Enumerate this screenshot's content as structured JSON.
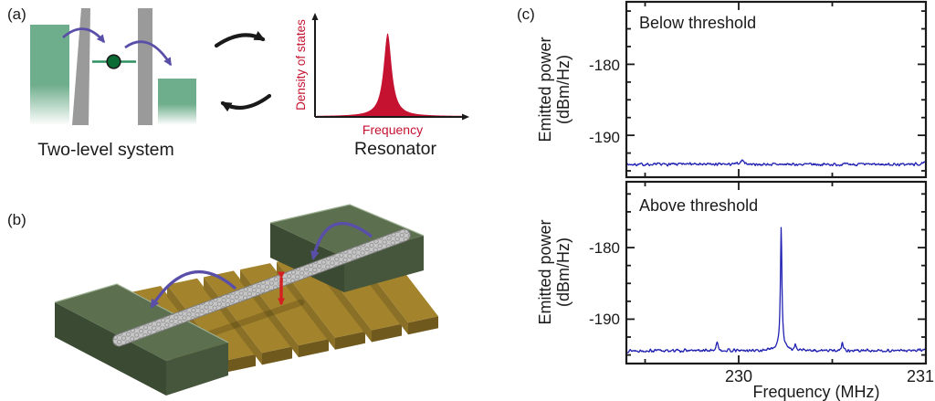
{
  "panel_a": {
    "label": "(a)",
    "caption": "Two-level system",
    "resonator_caption": "Resonator",
    "resonator_ylabel": "Density of states",
    "resonator_xlabel": "Frequency"
  },
  "panel_b": {
    "label": "(b)"
  },
  "panel_c": {
    "label": "(c)",
    "top_title": "Below threshold",
    "bottom_title": "Above threshold",
    "ylabel_line1": "Emitted power",
    "ylabel_line2": "(dBm/Hz)",
    "xlabel": "Frequency (MHz)",
    "y_tick_labels": [
      "-180",
      "-190"
    ],
    "x_tick_labels": [
      "230",
      "231"
    ]
  },
  "colors": {
    "reservoir_green": "#6FAE8C",
    "barrier_gray": "#9A9A9A",
    "dot_green": "#0A6B35",
    "level_line_green": "#2F9060",
    "arrow_purple": "#5A4FA8",
    "resonator_red": "#C41230",
    "vibration_arrow_red": "#D42020",
    "plot_frame_black": "#1a1a1a",
    "trace_blue": "#2020B2",
    "contact_green_top": "#5C6F4F",
    "contact_green_front": "#3B4A32",
    "contact_green_side": "#46563C",
    "gate_gold_top": "#A3832C",
    "gate_gold_front": "#6F591D",
    "gate_gold_side": "#8A7026",
    "nanotube_gray": "#C7C7C7",
    "nanotube_mesh_gray": "#8F8F8F"
  },
  "chart_data": [
    {
      "type": "area",
      "title": "Resonator",
      "xlabel": "Frequency",
      "ylabel": "Density of states",
      "description": "schematic Lorentzian density-of-states peak of the resonator",
      "peak_center_frac": 0.47,
      "peak_gamma_frac": 0.032,
      "peak_height_frac": 0.95,
      "grid": false
    },
    {
      "type": "line",
      "title": "Below threshold",
      "xlabel": "Frequency (MHz)",
      "ylabel": "Emitted power (dBm/Hz)",
      "x_range": [
        229.4,
        231.0
      ],
      "y_range": [
        -195.9,
        -171.2
      ],
      "x_major_ticks": [
        230,
        231
      ],
      "x_minor_ticks": [
        229.5,
        230.5
      ],
      "y_major_ticks": [
        -180,
        -190
      ],
      "y_minor_step": 2.5,
      "baseline_dbm_per_hz": -194.1,
      "noise_db": 0.28,
      "seed": 7,
      "peaks": [
        {
          "center_mhz": 230.02,
          "height_db": 0.6,
          "gamma_mhz": 0.012
        },
        {
          "center_mhz": 229.73,
          "height_db": 0.3,
          "gamma_mhz": 0.01
        },
        {
          "center_mhz": 231.01,
          "height_db": 1.2,
          "gamma_mhz": 0.008
        }
      ],
      "legend": false,
      "grid": false
    },
    {
      "type": "line",
      "title": "Above threshold",
      "xlabel": "Frequency (MHz)",
      "ylabel": "Emitted power (dBm/Hz)",
      "x_range": [
        229.4,
        231.0
      ],
      "y_range": [
        -196.2,
        -170.8
      ],
      "x_major_ticks": [
        230,
        231
      ],
      "x_minor_ticks": [
        229.5,
        230.5
      ],
      "y_major_ticks": [
        -180,
        -190
      ],
      "y_minor_step": 2.5,
      "baseline_dbm_per_hz": -194.4,
      "noise_db": 0.28,
      "seed": 13,
      "peaks": [
        {
          "center_mhz": 230.227,
          "height_db": 16.0,
          "gamma_mhz": 0.0045
        },
        {
          "center_mhz": 230.227,
          "height_db": 1.2,
          "gamma_mhz": 0.02
        },
        {
          "center_mhz": 229.885,
          "height_db": 1.1,
          "gamma_mhz": 0.006
        },
        {
          "center_mhz": 230.302,
          "height_db": 0.8,
          "gamma_mhz": 0.004
        },
        {
          "center_mhz": 230.553,
          "height_db": 1.3,
          "gamma_mhz": 0.005
        },
        {
          "center_mhz": 231.01,
          "height_db": 0.9,
          "gamma_mhz": 0.008
        }
      ],
      "legend": false,
      "grid": false
    }
  ]
}
